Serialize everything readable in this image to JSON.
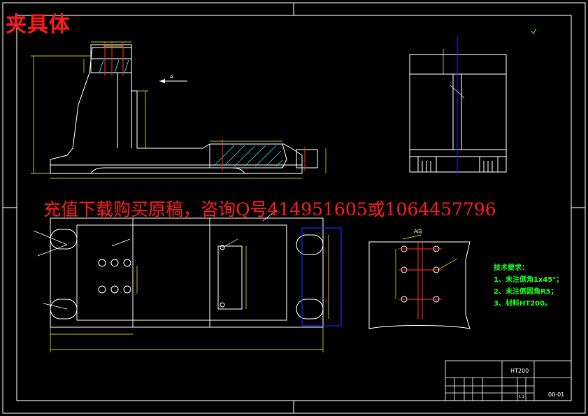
{
  "overlay": {
    "title": "夹具体",
    "promo": "充值下载购买原稿，咨询Q号414951605或1064457796"
  },
  "view_labels": {
    "section_a": "A",
    "view_a": "A向"
  },
  "tech_requirements": {
    "heading": "技术要求：",
    "items": [
      "1、未注倒角1x45°；",
      "2、未注倒圆角R5；",
      "3、材料HT200。"
    ]
  },
  "title_block": {
    "material": "HT200",
    "drawing_no": "00-01",
    "ratio": "1:1"
  },
  "colors": {
    "outline": "#ffffff",
    "dimension": "#ffff00",
    "center_line": "#ff3030",
    "hatch": "#00ffff",
    "note_green": "#19ff19",
    "highlight_blue": "#2020ff",
    "overlay_red": "#ff1a1a"
  }
}
